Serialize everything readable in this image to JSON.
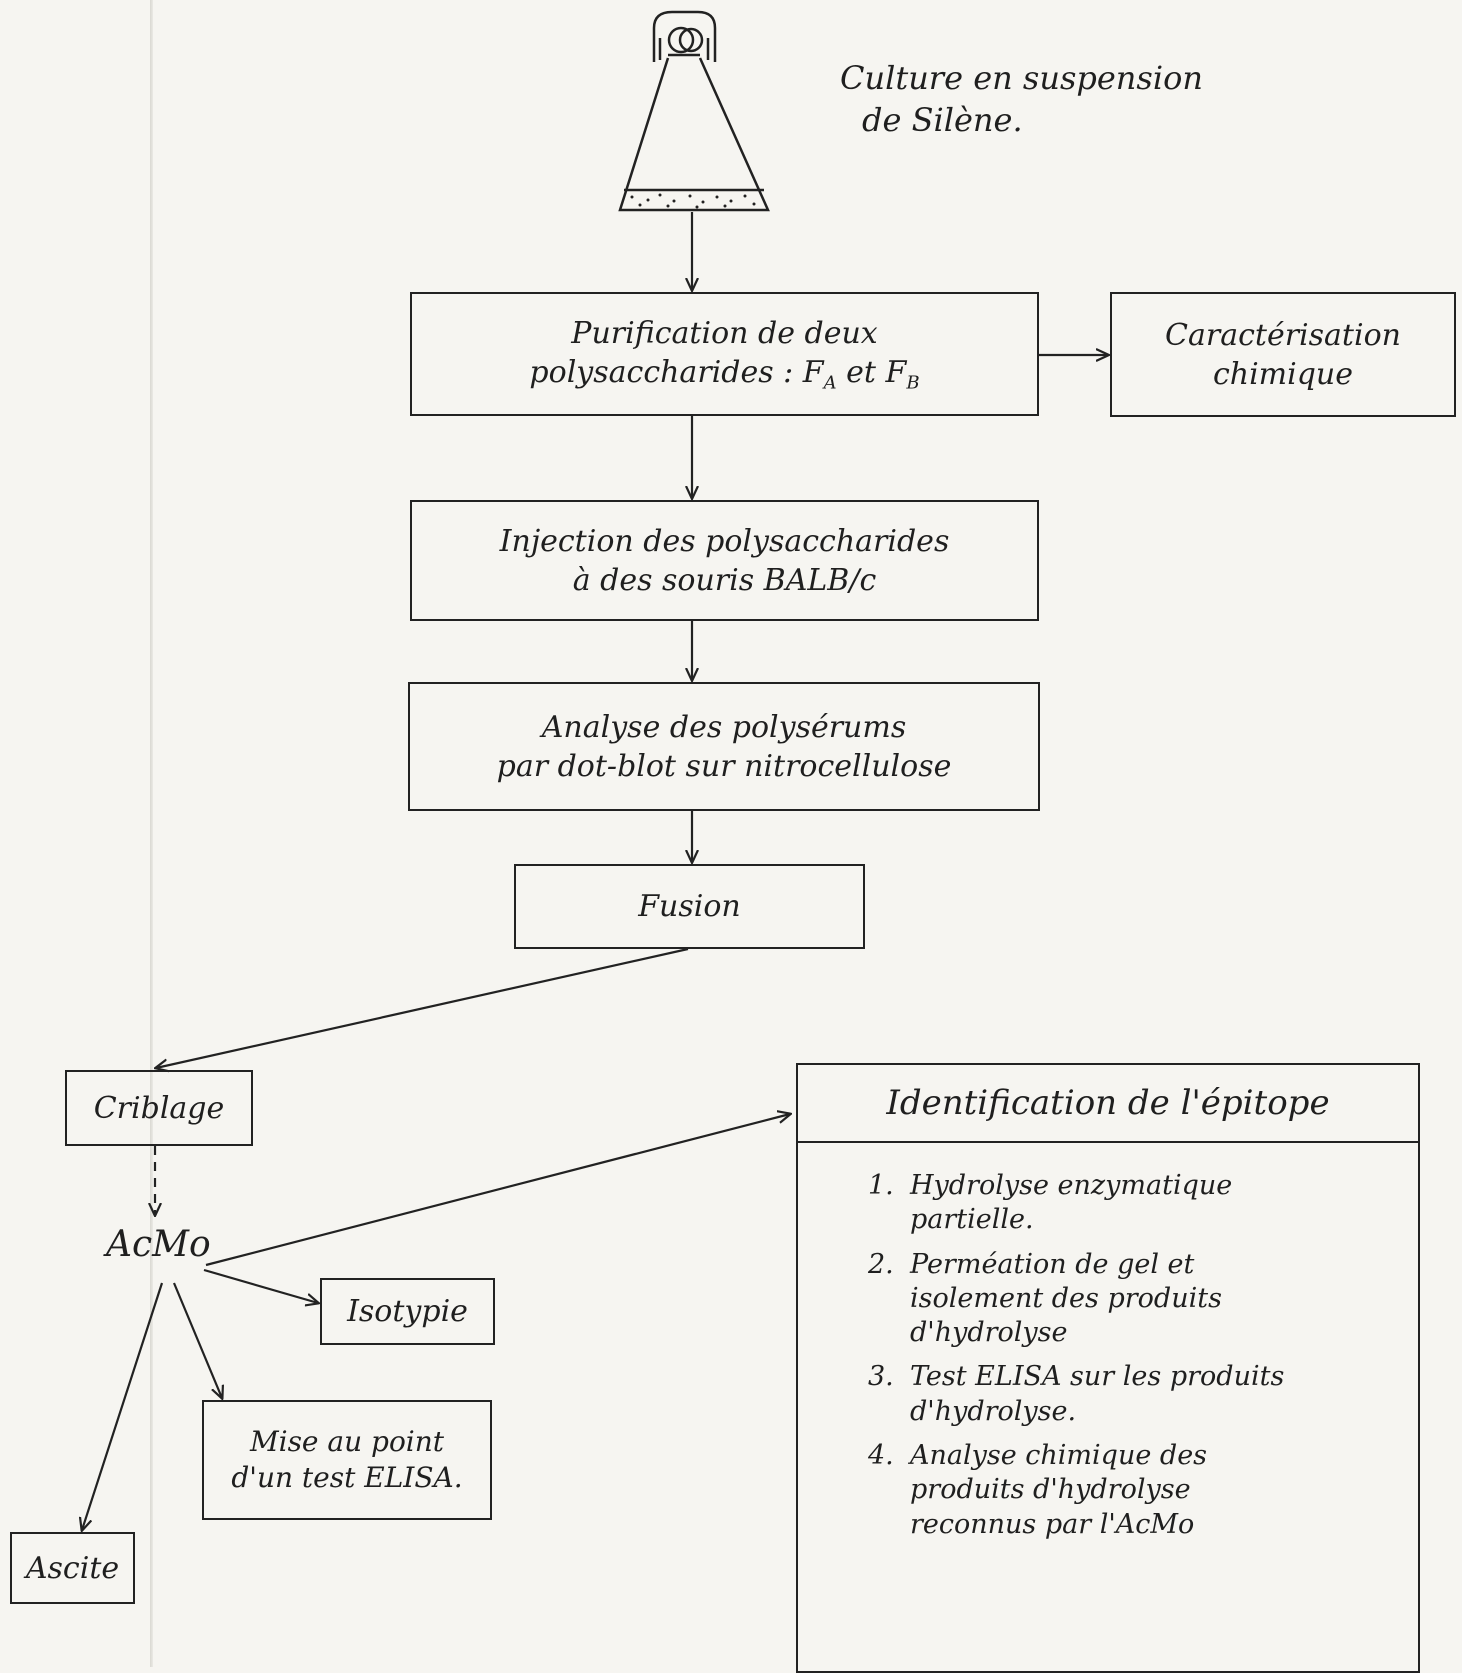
{
  "culture": {
    "lines": [
      "Culture en suspension",
      "de Silène."
    ]
  },
  "purification": {
    "lines": [
      "Purification de deux",
      "polysaccharides : F",
      "et F"
    ],
    "subscripts": [
      "A",
      "B"
    ]
  },
  "characterization": {
    "lines": [
      "Caractérisation",
      "chimique"
    ]
  },
  "injection": {
    "lines": [
      "Injection des polysaccharides",
      "à des souris BALB/c"
    ]
  },
  "analysis": {
    "lines": [
      "Analyse des polysérums",
      "par dot-blot sur nitrocellulose"
    ]
  },
  "fusion": {
    "label": "Fusion"
  },
  "screening": {
    "label": "Criblage"
  },
  "acmo": {
    "label": "AcMo"
  },
  "isotyping": {
    "label": "Isotypie"
  },
  "elisa_setup": {
    "lines": [
      "Mise au point",
      "d'un test ELISA."
    ]
  },
  "ascites": {
    "label": "Ascite"
  },
  "epitope": {
    "title": "Identification de l'épitope",
    "steps": [
      {
        "num": "1.",
        "lines": [
          "Hydrolyse enzymatique",
          "partielle."
        ]
      },
      {
        "num": "2.",
        "lines": [
          "Perméation de gel et",
          "isolement des produits",
          "d'hydrolyse"
        ]
      },
      {
        "num": "3.",
        "lines": [
          "Test ELISA sur les produits",
          "d'hydrolyse."
        ]
      },
      {
        "num": "4.",
        "lines": [
          "Analyse chimique des",
          "produits d'hydrolyse",
          "reconnus par l'AcMo"
        ]
      }
    ]
  },
  "colors": {
    "ink": "#222222",
    "paper": "#f6f5f1"
  },
  "icons": {
    "flask": "erlenmeyer-flask-icon"
  }
}
